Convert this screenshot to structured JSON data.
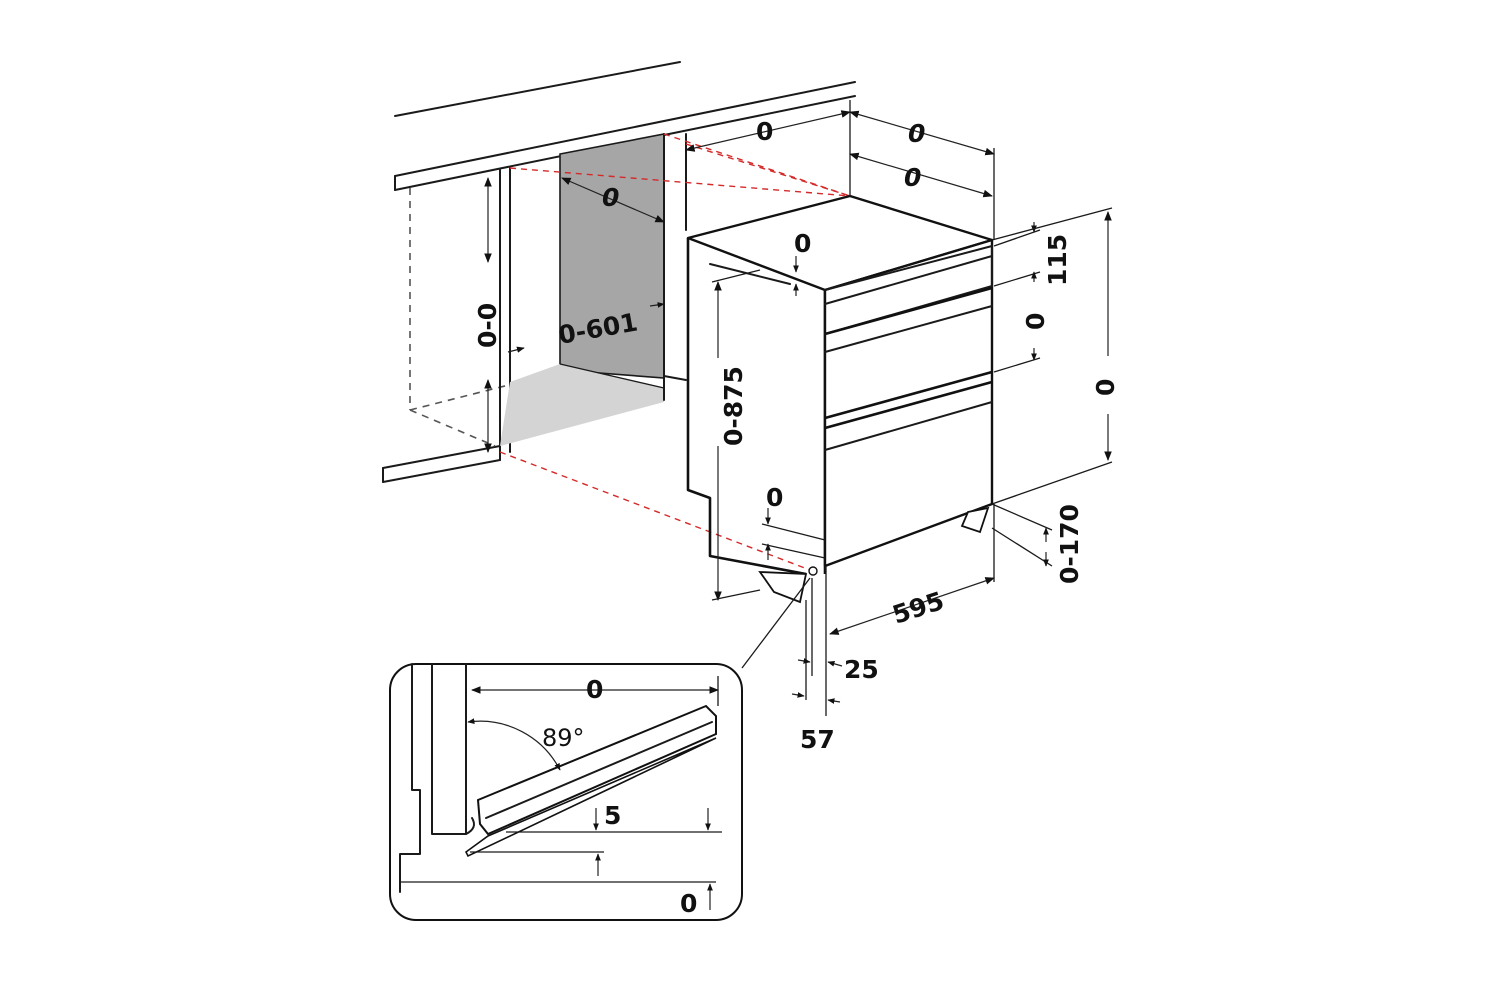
{
  "diagram": {
    "dims": {
      "top_depth": "0",
      "top_width_outer": "0",
      "top_width_inner": "0",
      "niche_depth": "0",
      "niche_height": "0-0",
      "niche_width": "0-601",
      "top_gap": "0",
      "height_range": "0-875",
      "panel_top": "115",
      "panel_mid": "0",
      "total_height": "0",
      "plinth_gap": "0",
      "plinth_height": "0-170",
      "width": "595",
      "offset_25": "25",
      "offset_57": "57"
    },
    "detail": {
      "clearance": "0",
      "door_angle": "89°",
      "door_gap": "5",
      "floor_gap": "0"
    }
  }
}
